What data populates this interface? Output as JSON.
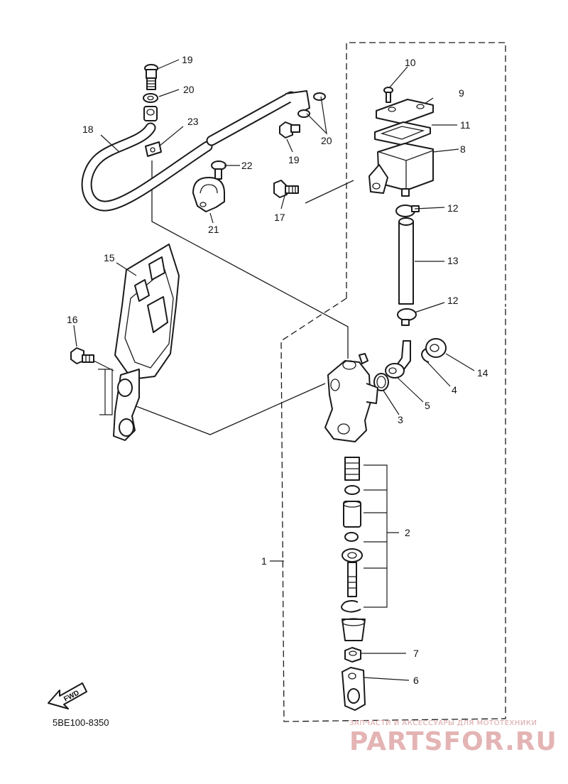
{
  "diagram": {
    "part_numbers": {
      "p1": "1",
      "p2": "2",
      "p3": "3",
      "p4": "4",
      "p5": "5",
      "p6": "6",
      "p7": "7",
      "p8": "8",
      "p9": "9",
      "p10": "10",
      "p11": "11",
      "p12a": "12",
      "p12b": "12",
      "p13": "13",
      "p14": "14",
      "p15": "15",
      "p16": "16",
      "p17": "17",
      "p18": "18",
      "p19a": "19",
      "p19b": "19",
      "p20a": "20",
      "p20b": "20",
      "p21": "21",
      "p22": "22",
      "p23": "23"
    },
    "diagram_code": "5BE100-8350",
    "fwd_label": "FWD"
  },
  "watermark": {
    "tagline": "ЗАПЧАСТИ И АКСЕССУАРЫ ДЛЯ МОТОТЕХНИКИ",
    "brand": "PARTSFOR.RU",
    "color": "#e4b4b4"
  }
}
